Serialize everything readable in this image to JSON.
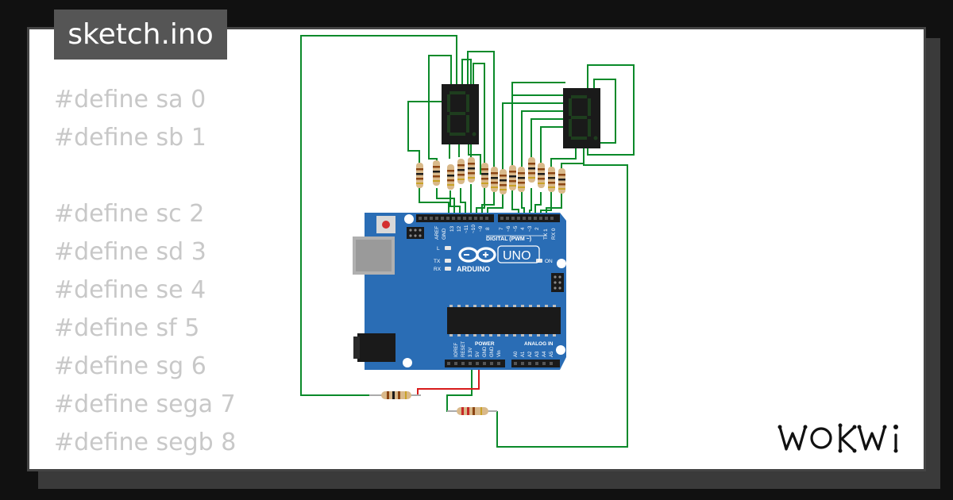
{
  "app": {
    "file_tab": "sketch.ino",
    "logo_text": "WOKWi"
  },
  "code": {
    "lines": [
      "#define sa 0",
      "#define sb 1",
      "",
      "#define sc 2",
      "#define sd 3",
      "#define se 4",
      "#define sf 5",
      "#define sg 6",
      "#define sega 7",
      "#define segb 8"
    ]
  },
  "board": {
    "name": "Arduino Uno",
    "brand_text": "ARDUINO",
    "model_text": "UNO",
    "digital_label": "DIGITAL (PWM ~)",
    "power_label": "POWER",
    "analog_label": "ANALOG IN",
    "on_label": "ON",
    "l_label": "L",
    "tx_label": "TX",
    "rx_label": "RX",
    "top_pin_labels": [
      "AREF",
      "GND",
      "13",
      "12",
      "~11",
      "~10",
      "~9",
      "8",
      "7",
      "~6",
      "~5",
      "4",
      "~3",
      "2",
      "TX 1",
      "RX 0"
    ],
    "power_pin_labels": [
      "IOREF",
      "RESET",
      "3.3V",
      "5V",
      "GND",
      "GND",
      "Vin"
    ],
    "analog_pin_labels": [
      "A0",
      "A1",
      "A2",
      "A3",
      "A4",
      "A5"
    ],
    "color": "#2a6db5"
  },
  "components": {
    "displays": [
      "seven-segment-left",
      "seven-segment-right"
    ],
    "resistor_count": 16,
    "wire_color": "#0a8a2a",
    "power_wire_color": "#d81b1b"
  }
}
